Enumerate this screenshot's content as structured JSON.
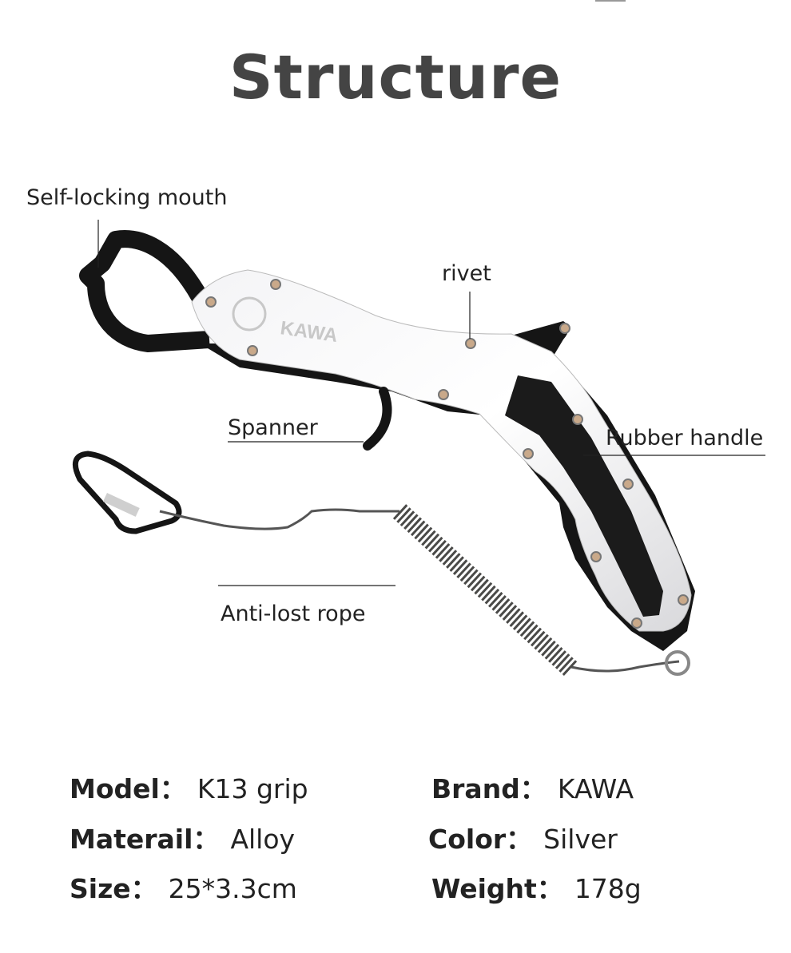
{
  "title": "Structure",
  "product": {
    "logo_text": "KAWA"
  },
  "callouts": {
    "mouth": "Self-locking mouth",
    "rivet": "rivet",
    "spanner": "Spanner",
    "handle": "Rubber handle",
    "rope": "Anti-lost rope"
  },
  "specs": [
    {
      "label": "Model：",
      "value": "K13 grip"
    },
    {
      "label": "Brand：",
      "value": "KAWA"
    },
    {
      "label": "Materail：",
      "value": "Alloy"
    },
    {
      "label": "Color：",
      "value": "Silver"
    },
    {
      "label": "Size：",
      "value": "25*3.3cm"
    },
    {
      "label": "Weight：",
      "value": "178g"
    }
  ],
  "colors": {
    "title": "#444444",
    "body": "#e8e8ea",
    "black": "#151515"
  }
}
